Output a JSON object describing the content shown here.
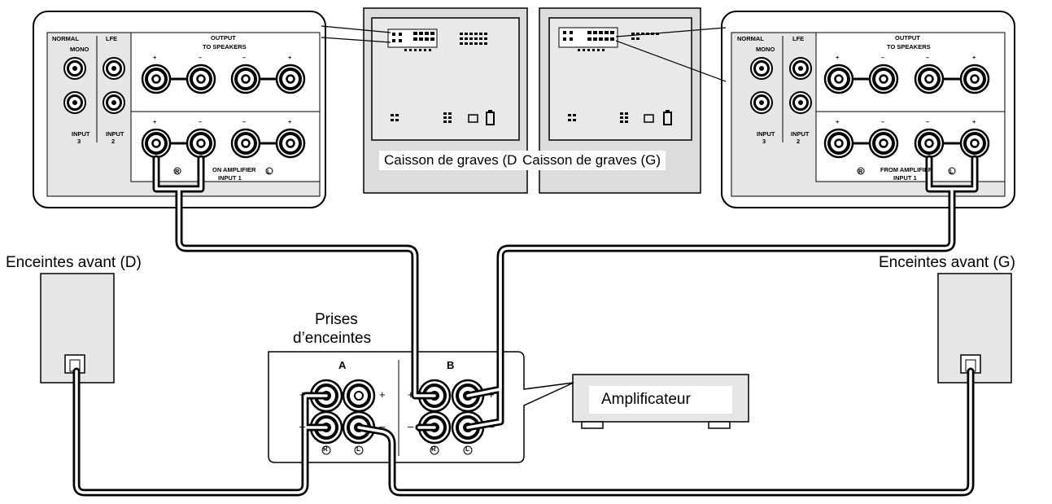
{
  "labels": {
    "sub_right_caption": "Caisson de graves (D)",
    "sub_left_caption": "Caisson de graves (G)",
    "front_right": "Enceintes avant (D)",
    "front_left": "Enceintes avant (G)",
    "speaker_terminals_line1": "Prises",
    "speaker_terminals_line2": "d’enceintes",
    "amplifier": "Amplificateur"
  },
  "panel": {
    "normal": "NORMAL",
    "lfe": "LFE",
    "mono": "MONO",
    "output": "OUTPUT",
    "to_speakers": "TO SPEAKERS",
    "input3": "INPUT",
    "input3_num": "3",
    "input2": "INPUT",
    "input2_num": "2",
    "from_amp_left": "ON AMPLIFIER",
    "from_amp_right": "FROM AMPLIFIER",
    "input1": "INPUT 1",
    "r": "R",
    "l": "L",
    "plus": "+",
    "minus": "–"
  },
  "terminals": {
    "group_a": "A",
    "group_b": "B",
    "plus": "+",
    "minus": "–",
    "r": "R",
    "l": "L"
  },
  "colors": {
    "line": "#000000",
    "panel_fill": "#e6e6e6",
    "sub_fill": "#dcdcdc"
  }
}
